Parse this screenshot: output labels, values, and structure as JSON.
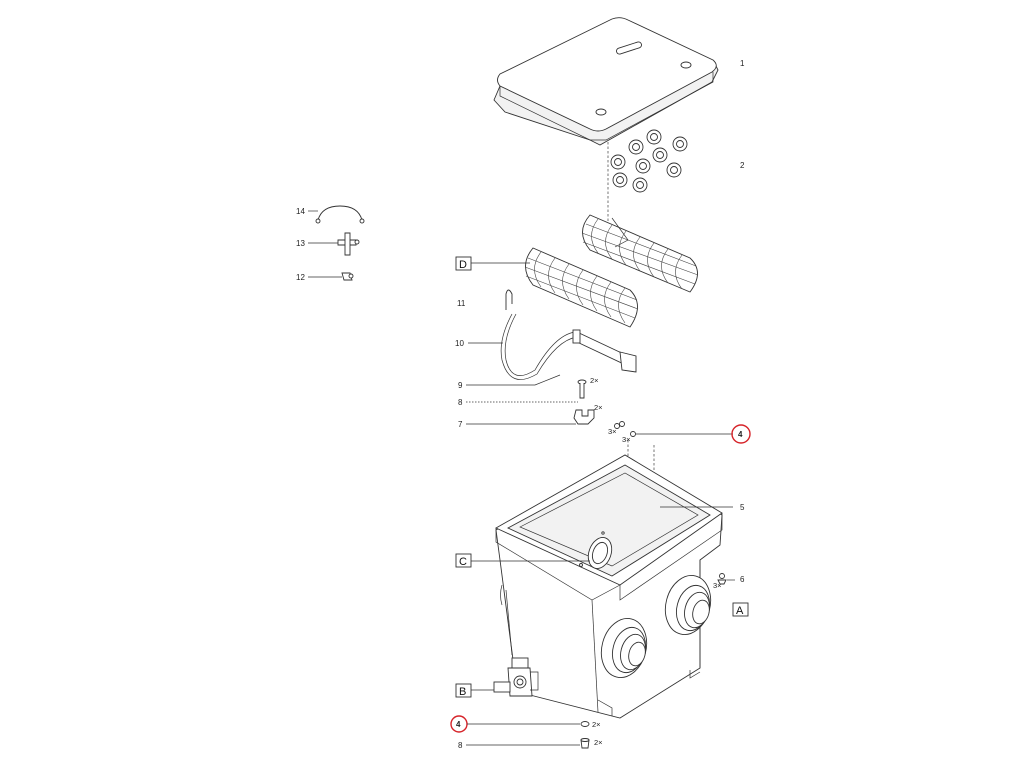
{
  "callouts": {
    "n1": "1",
    "n2": "2",
    "n4_top": "4",
    "n5": "5",
    "n6": "6",
    "n7": "7",
    "n8_top": "8",
    "n9": "9",
    "n10": "10",
    "n11": "11",
    "n12": "12",
    "n13": "13",
    "n14": "14",
    "n4_bottom": "4",
    "n8_bottom": "8"
  },
  "quantities": {
    "q8_top": "2×",
    "q7": "2×",
    "q4_left": "3×",
    "q4_right": "3×",
    "q6": "3×",
    "q4_bottom": "2×",
    "q8_bottom": "2×"
  },
  "boxes": {
    "A": "A",
    "B": "B",
    "C": "C",
    "D": "D"
  },
  "colors": {
    "highlight": "#d6242a",
    "line": "#333333"
  }
}
